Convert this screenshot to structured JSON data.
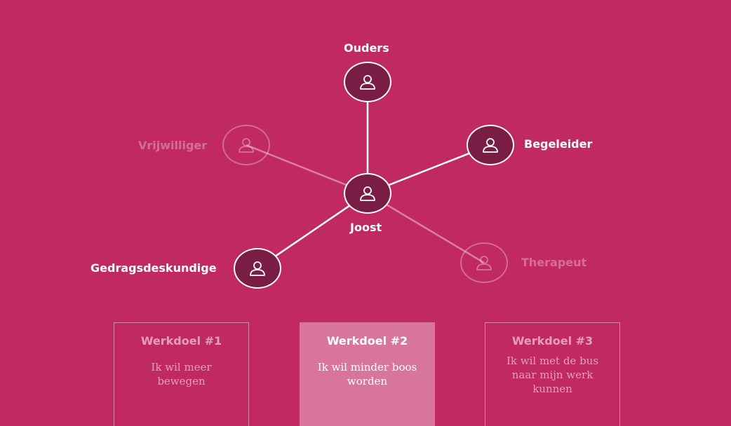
{
  "network": {
    "center": {
      "label": "Joost",
      "active": true
    },
    "nodes": [
      {
        "id": "ouders",
        "label": "Ouders",
        "active": true
      },
      {
        "id": "begeleider",
        "label": "Begeleider",
        "active": true
      },
      {
        "id": "gedragsdeskundige",
        "label": "Gedragsdeskundige",
        "active": true
      },
      {
        "id": "vrijwilliger",
        "label": "Vrijwilliger",
        "active": false
      },
      {
        "id": "therapeut",
        "label": "Therapeut",
        "active": false
      }
    ],
    "icon": "person-icon"
  },
  "werkdoelen": [
    {
      "title": "Werkdoel #1",
      "text": "Ik wil meer bewegen",
      "selected": false
    },
    {
      "title": "Werkdoel #2",
      "text": "Ik wil minder boos worden",
      "selected": true
    },
    {
      "title": "Werkdoel #3",
      "text": "Ik wil met de bus naar mijn werk kunnen",
      "selected": false
    }
  ],
  "colors": {
    "background": "#c12a60",
    "node_fill": "#7a1d45",
    "selected_card": "#d7759b",
    "line": "#ffffff"
  }
}
